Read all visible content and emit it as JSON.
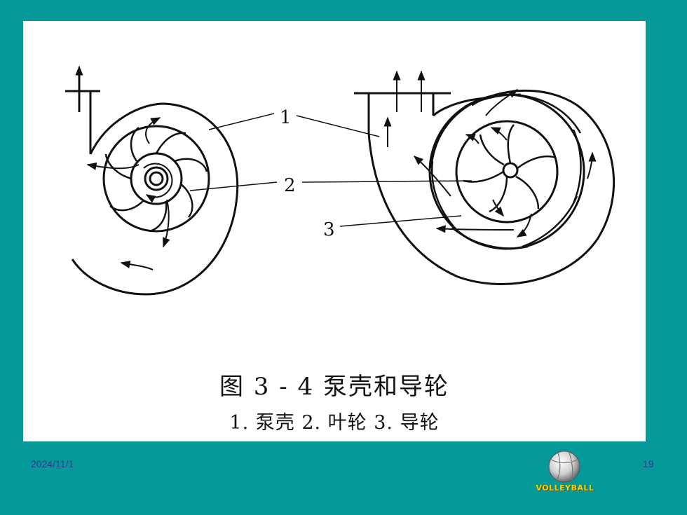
{
  "figure": {
    "labels": {
      "one": "1",
      "two": "2",
      "three": "3"
    },
    "caption_title": "图 3 - 4    泵壳和导轮",
    "caption_legend": "1. 泵壳    2. 叶轮    3. 导轮"
  },
  "footer": {
    "date": "2024/11/1",
    "page_number": "19",
    "logo_text": "VOLLEYBALL"
  },
  "colors": {
    "background": "#05999A",
    "panel": "#FFFFFF",
    "footer_text": "#2E3B8F",
    "logo_text": "#F2D100"
  }
}
